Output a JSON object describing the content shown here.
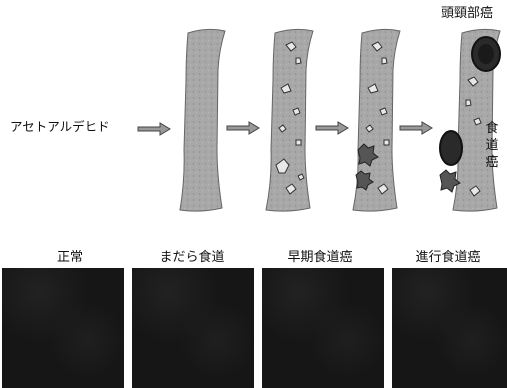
{
  "labels": {
    "acetaldehyde": "アセトアルデヒド",
    "head_neck_cancer": "頭頸部癌",
    "esophageal_cancer": "食道癌"
  },
  "stages": [
    {
      "label": "正常"
    },
    {
      "label": "まだら食道"
    },
    {
      "label": "早期食道癌"
    },
    {
      "label": "進行食道癌"
    }
  ],
  "colors": {
    "tissue": "#a6a6a6",
    "tumor": "#2a2a2a",
    "panel": "#161616",
    "arrow": "#888888"
  }
}
